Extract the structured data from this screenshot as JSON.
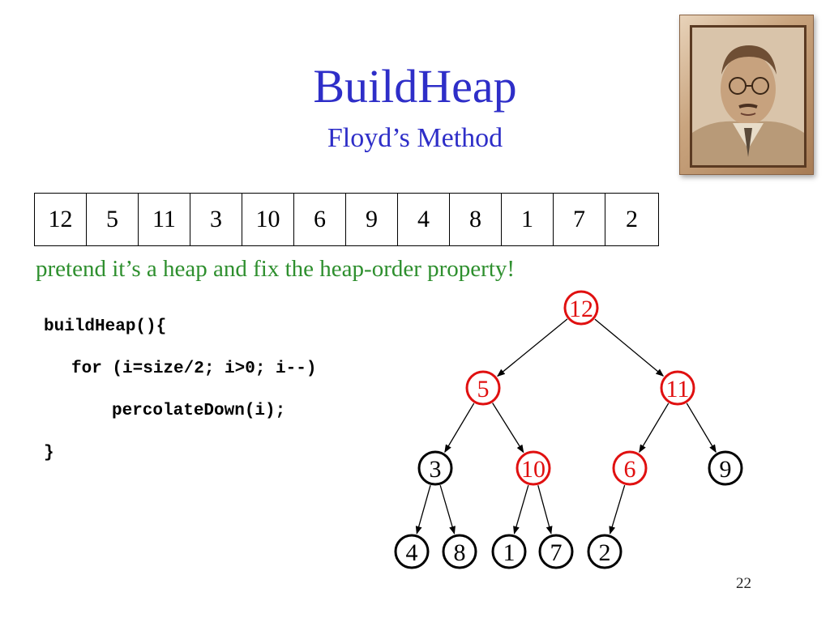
{
  "slide": {
    "title": "BuildHeap",
    "subtitle": "Floyd’s Method",
    "note": "pretend it’s a heap and fix the heap-order property!",
    "page_number": "22"
  },
  "array": [
    "12",
    "5",
    "11",
    "3",
    "10",
    "6",
    "9",
    "4",
    "8",
    "1",
    "7",
    "2"
  ],
  "code": {
    "line1": "buildHeap(){",
    "line2": "for (i=size/2; i>0; i--)",
    "line3": "percolateDown(i);",
    "line4": "}"
  },
  "tree": {
    "nodes": [
      {
        "id": "n1",
        "label": "12",
        "highlight": true
      },
      {
        "id": "n2",
        "label": "5",
        "highlight": true
      },
      {
        "id": "n3",
        "label": "11",
        "highlight": true
      },
      {
        "id": "n4",
        "label": "3",
        "highlight": false
      },
      {
        "id": "n5",
        "label": "10",
        "highlight": true
      },
      {
        "id": "n6",
        "label": "6",
        "highlight": true
      },
      {
        "id": "n7",
        "label": "9",
        "highlight": false
      },
      {
        "id": "n8",
        "label": "4",
        "highlight": false
      },
      {
        "id": "n9",
        "label": "8",
        "highlight": false
      },
      {
        "id": "n10",
        "label": "1",
        "highlight": false
      },
      {
        "id": "n11",
        "label": "7",
        "highlight": false
      },
      {
        "id": "n12",
        "label": "2",
        "highlight": false
      }
    ],
    "edges": [
      [
        "n1",
        "n2"
      ],
      [
        "n1",
        "n3"
      ],
      [
        "n2",
        "n4"
      ],
      [
        "n2",
        "n5"
      ],
      [
        "n3",
        "n6"
      ],
      [
        "n3",
        "n7"
      ],
      [
        "n4",
        "n8"
      ],
      [
        "n4",
        "n9"
      ],
      [
        "n5",
        "n10"
      ],
      [
        "n5",
        "n11"
      ],
      [
        "n6",
        "n12"
      ]
    ],
    "colors": {
      "highlight": "#e01010",
      "normal": "#000000"
    }
  },
  "colors": {
    "title": "#2e2ec8",
    "note": "#2e8f2e"
  },
  "portrait": {
    "icon": "portrait-photo-icon"
  }
}
